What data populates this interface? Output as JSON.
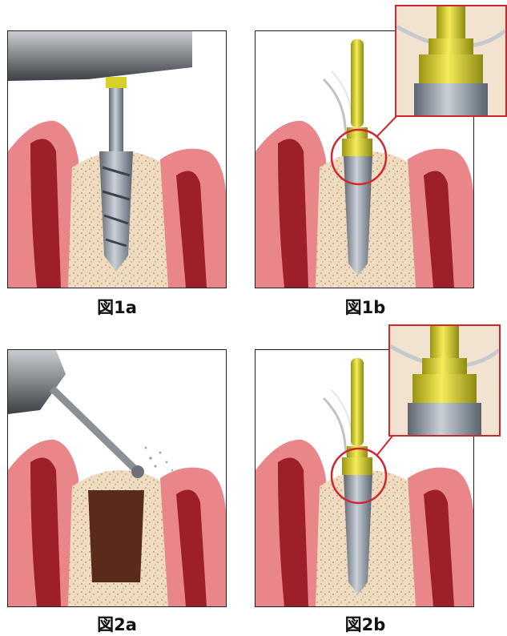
{
  "figures": [
    {
      "id": "fig-1a",
      "caption": "図1a"
    },
    {
      "id": "fig-1b",
      "caption": "図1b"
    },
    {
      "id": "fig-2a",
      "caption": "図2a"
    },
    {
      "id": "fig-2b",
      "caption": "図2b"
    }
  ],
  "colors": {
    "gum": "#e9868a",
    "gum_dark": "#9c1f2a",
    "bone": "#efdcc0",
    "bone_speck": "#b78b6b",
    "implant_metal": "#8f9aa6",
    "abutment_gold": "#d8cf2a",
    "highlight_circle": "#d0262e",
    "drill_dark": "#4a4e55"
  }
}
